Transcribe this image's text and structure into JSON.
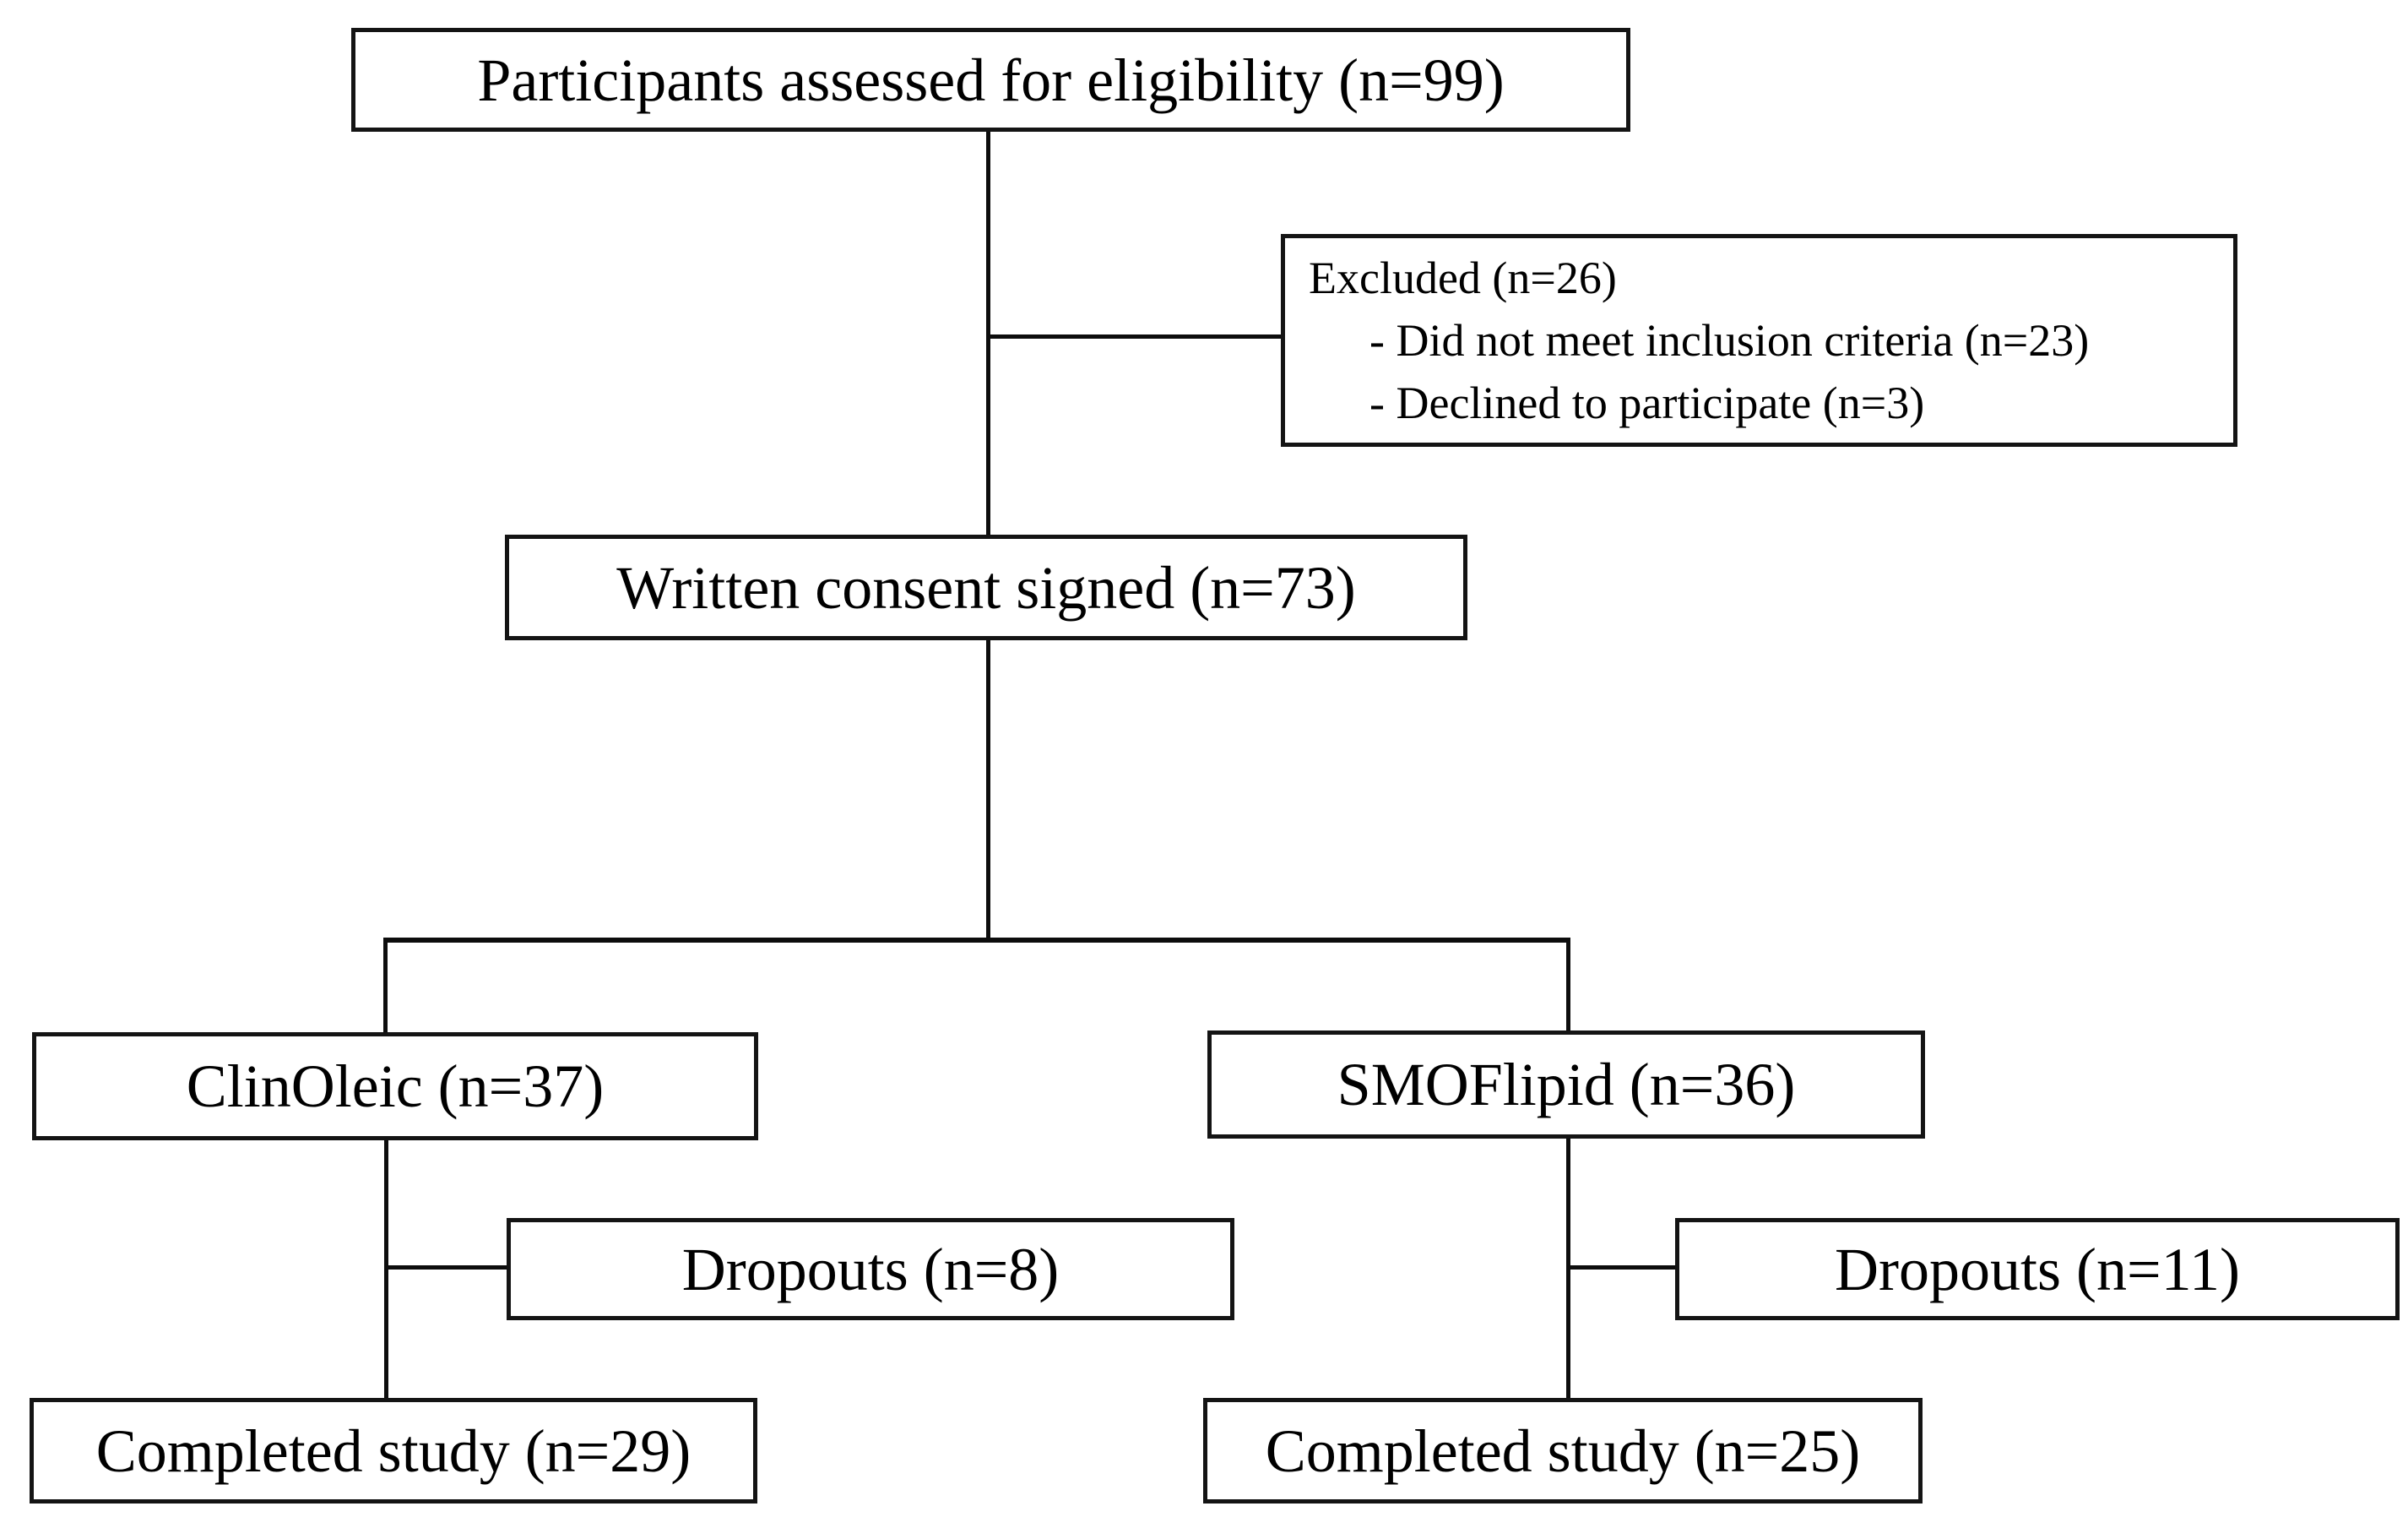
{
  "diagram": {
    "type": "flowchart",
    "colors": {
      "background": "#ffffff",
      "line": "#0d0d0d",
      "box_border": "#141414",
      "text": "#000000"
    },
    "boxes": {
      "eligibility": {
        "label": "Participants assessed for eligibility (n=99)"
      },
      "excluded": {
        "title": "Excluded (n=26)",
        "items": [
          "- Did not meet inclusion criteria (n=23)",
          "- Declined to participate (n=3)"
        ]
      },
      "consent": {
        "label": "Written consent signed (n=73)"
      },
      "clinoleic": {
        "label": "ClinOleic (n=37)"
      },
      "smoflipid": {
        "label": "SMOFlipid (n=36)"
      },
      "dropouts_left": {
        "label": "Dropouts (n=8)"
      },
      "dropouts_right": {
        "label": "Dropouts (n=11)"
      },
      "completed_left": {
        "label": "Completed study (n=29)"
      },
      "completed_right": {
        "label": "Completed study (n=25)"
      }
    }
  }
}
